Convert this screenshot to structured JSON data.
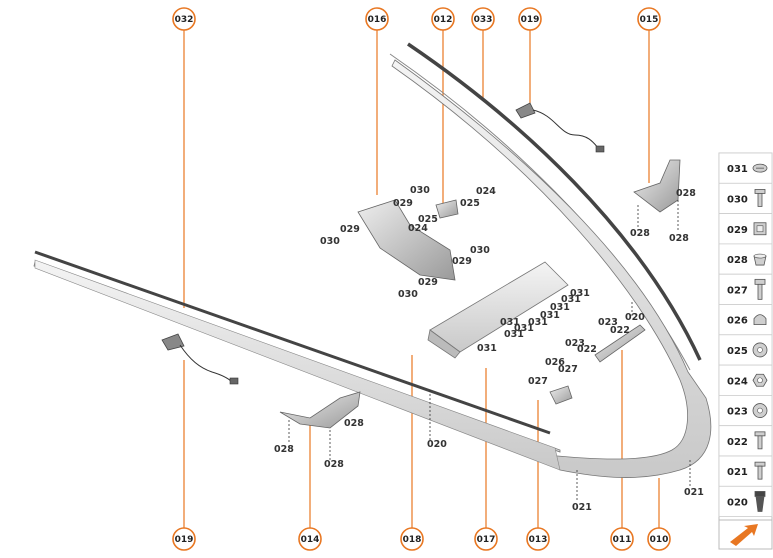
{
  "title_callouts": {
    "top": [
      "032",
      "016",
      "012",
      "033",
      "019",
      "015"
    ],
    "bottom": [
      "019",
      "014",
      "018",
      "017",
      "013",
      "011",
      "010"
    ]
  },
  "labels": {
    "l_030a": "030",
    "l_029a": "029",
    "l_030b": "030",
    "l_029b": "029",
    "l_024a": "024",
    "l_030c": "030",
    "l_029c": "029",
    "l_030d": "030",
    "l_029d": "029",
    "l_025a": "025",
    "l_025b": "025",
    "l_024b": "024",
    "l_028a": "028",
    "l_028b": "028",
    "l_028c": "028",
    "l_028d": "028",
    "l_028e": "028",
    "l_028f": "028",
    "l_031a": "031",
    "l_031b": "031",
    "l_031c": "031",
    "l_031d": "031",
    "l_031e": "031",
    "l_031f": "031",
    "l_031g": "031",
    "l_031h": "031",
    "l_031i": "031",
    "l_023a": "023",
    "l_022a": "022",
    "l_023b": "023",
    "l_022b": "022",
    "l_020a": "020",
    "l_020b": "020",
    "l_026": "026",
    "l_027a": "027",
    "l_027b": "027",
    "l_021a": "021",
    "l_021b": "021"
  },
  "legend": [
    {
      "code": "031",
      "icon": "flat-clip-icon"
    },
    {
      "code": "030",
      "icon": "screw-icon"
    },
    {
      "code": "029",
      "icon": "speed-nut-icon"
    },
    {
      "code": "028",
      "icon": "push-nut-icon"
    },
    {
      "code": "027",
      "icon": "bolt-icon"
    },
    {
      "code": "026",
      "icon": "cap-nut-icon"
    },
    {
      "code": "025",
      "icon": "washer-icon"
    },
    {
      "code": "024",
      "icon": "hex-nut-icon"
    },
    {
      "code": "023",
      "icon": "washer-icon"
    },
    {
      "code": "022",
      "icon": "screw-icon"
    },
    {
      "code": "021",
      "icon": "screw-icon"
    },
    {
      "code": "020",
      "icon": "push-rivet-icon"
    }
  ],
  "colors": {
    "accent": "#e87722",
    "line": "#333333"
  }
}
